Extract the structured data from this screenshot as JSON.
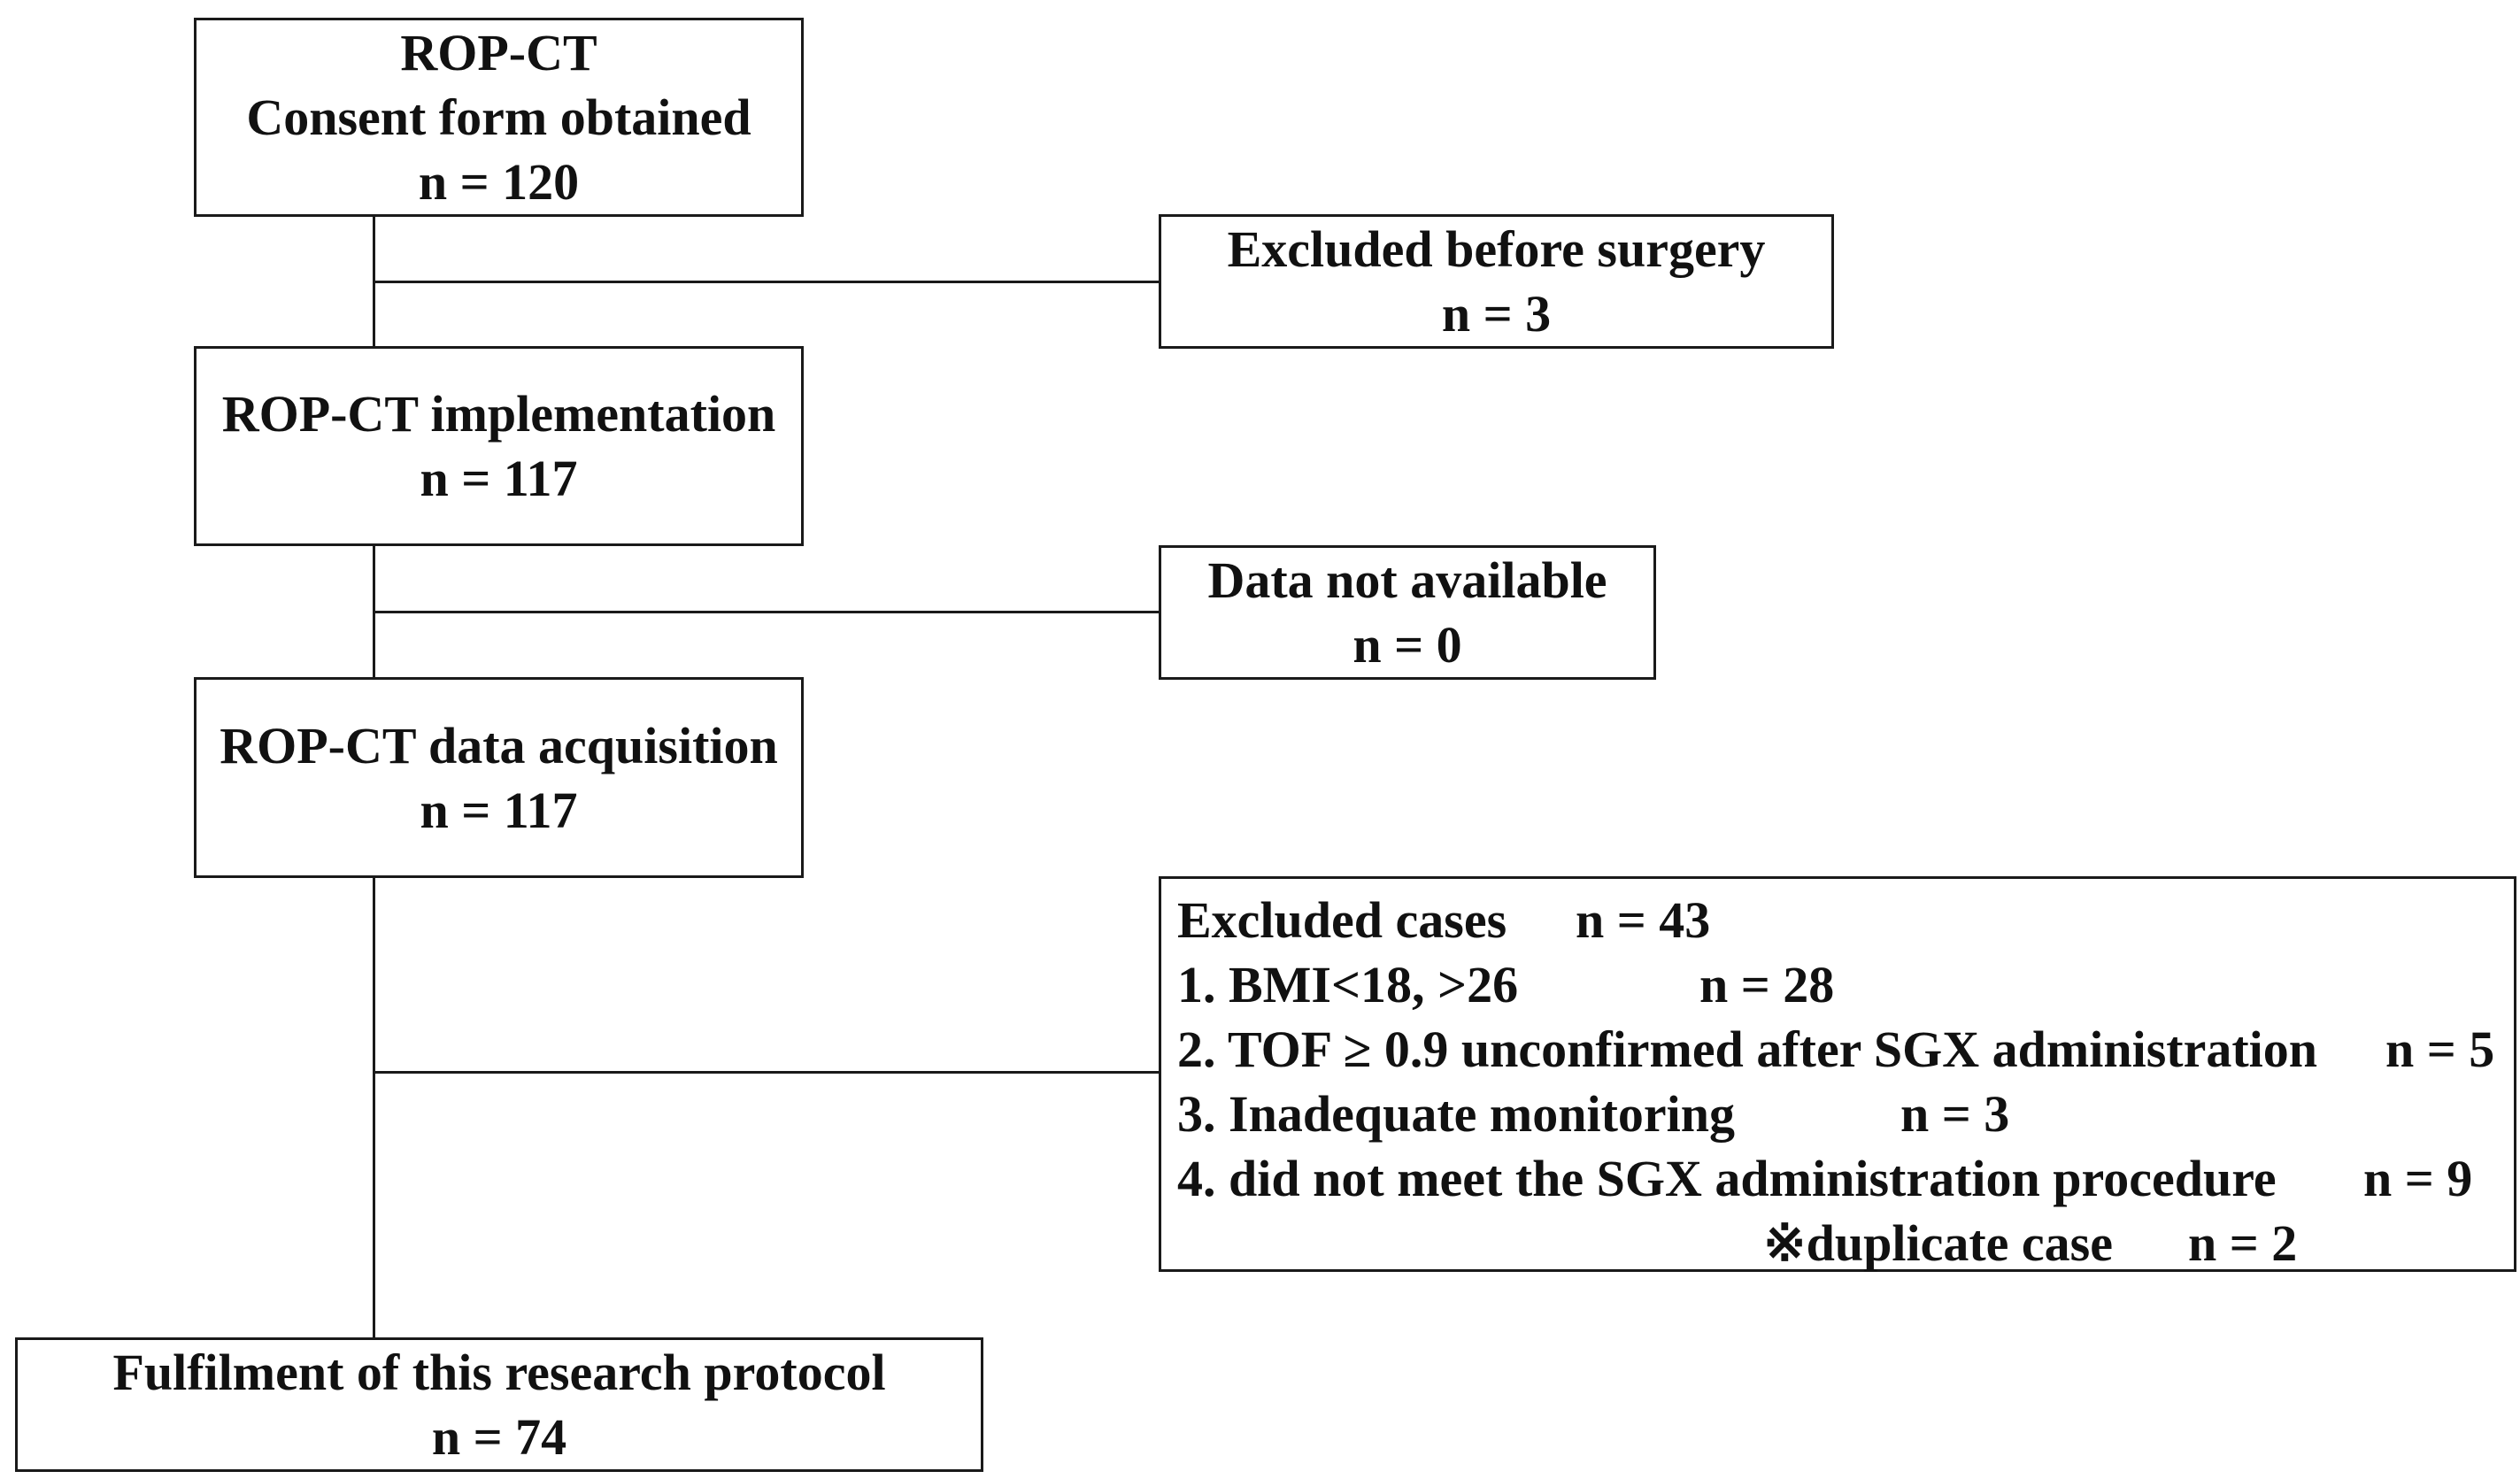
{
  "flow": {
    "consent": {
      "line1": "ROP-CT",
      "line2": "Consent form obtained",
      "count": "n = 120"
    },
    "excluded_before_surgery": {
      "label": "Excluded before surgery",
      "count": "n = 3"
    },
    "implementation": {
      "label": "ROP-CT implementation",
      "count": "n = 117"
    },
    "data_not_available": {
      "label": "Data not available",
      "count": "n = 0"
    },
    "data_acquisition": {
      "label": "ROP-CT data acquisition",
      "count": "n = 117"
    },
    "excluded_cases": {
      "title": "Excluded cases",
      "count": "n = 43",
      "items": [
        {
          "label": "1. BMI<18, >26",
          "count": "n = 28"
        },
        {
          "label": "2. TOF ≥ 0.9 unconfirmed after SGX administration",
          "count": "n = 5"
        },
        {
          "label": "3. Inadequate monitoring",
          "count": "n = 3"
        },
        {
          "label": "4. did not meet the SGX administration procedure",
          "count": "n = 9"
        }
      ],
      "note": {
        "label": "※duplicate case",
        "count": "n = 2"
      }
    },
    "fulfilment": {
      "label": "Fulfilment of this research protocol",
      "count": "n = 74"
    }
  }
}
